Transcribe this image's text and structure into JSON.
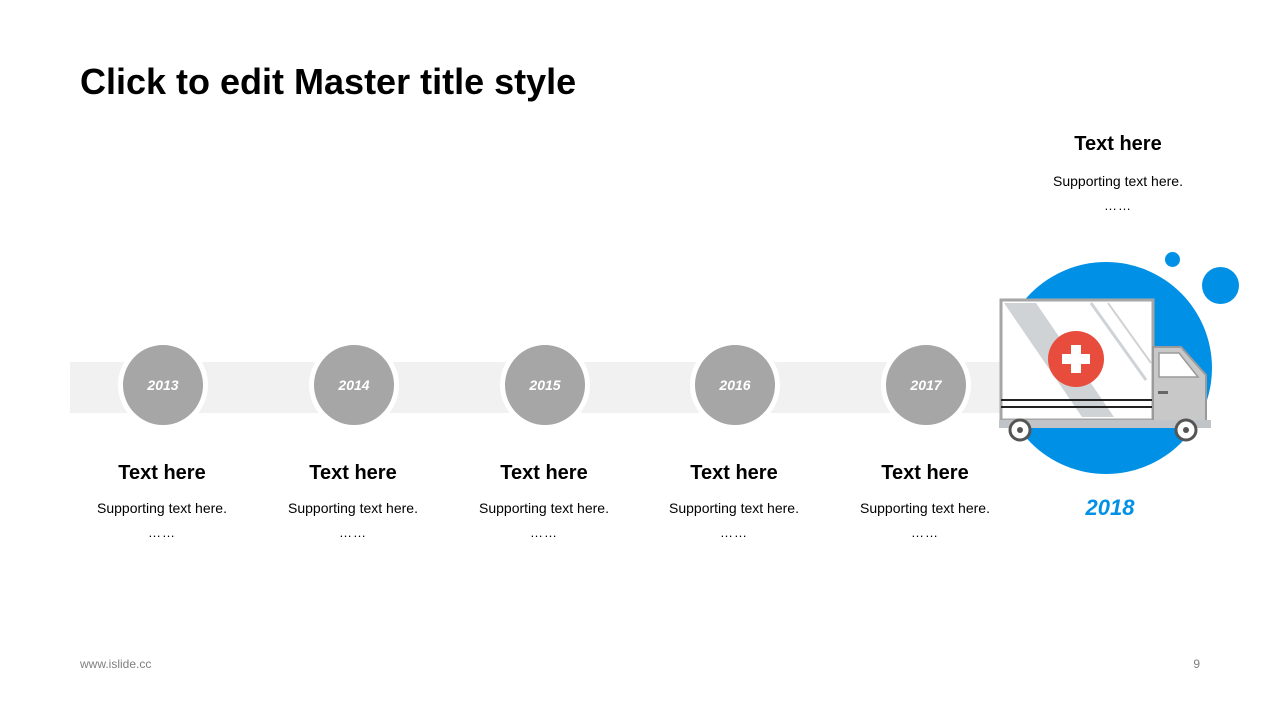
{
  "slide": {
    "title": "Click to edit Master title style"
  },
  "milestones": [
    {
      "year": "2013",
      "title": "Text here",
      "support": "Supporting text here.",
      "ellipsis": "……"
    },
    {
      "year": "2014",
      "title": "Text here",
      "support": "Supporting text here.",
      "ellipsis": "……"
    },
    {
      "year": "2015",
      "title": "Text here",
      "support": "Supporting text here.",
      "ellipsis": "……"
    },
    {
      "year": "2016",
      "title": "Text here",
      "support": "Supporting text here.",
      "ellipsis": "……"
    },
    {
      "year": "2017",
      "title": "Text here",
      "support": "Supporting text here.",
      "ellipsis": "……"
    }
  ],
  "highlight": {
    "year": "2018",
    "title": "Text here",
    "support": "Supporting text here.",
    "ellipsis": "……",
    "icon": "ambulance-truck-icon",
    "accent_color": "#0091e6",
    "cross_color": "#e84c3d"
  },
  "footer": {
    "url": "www.islide.cc",
    "page": "9"
  }
}
